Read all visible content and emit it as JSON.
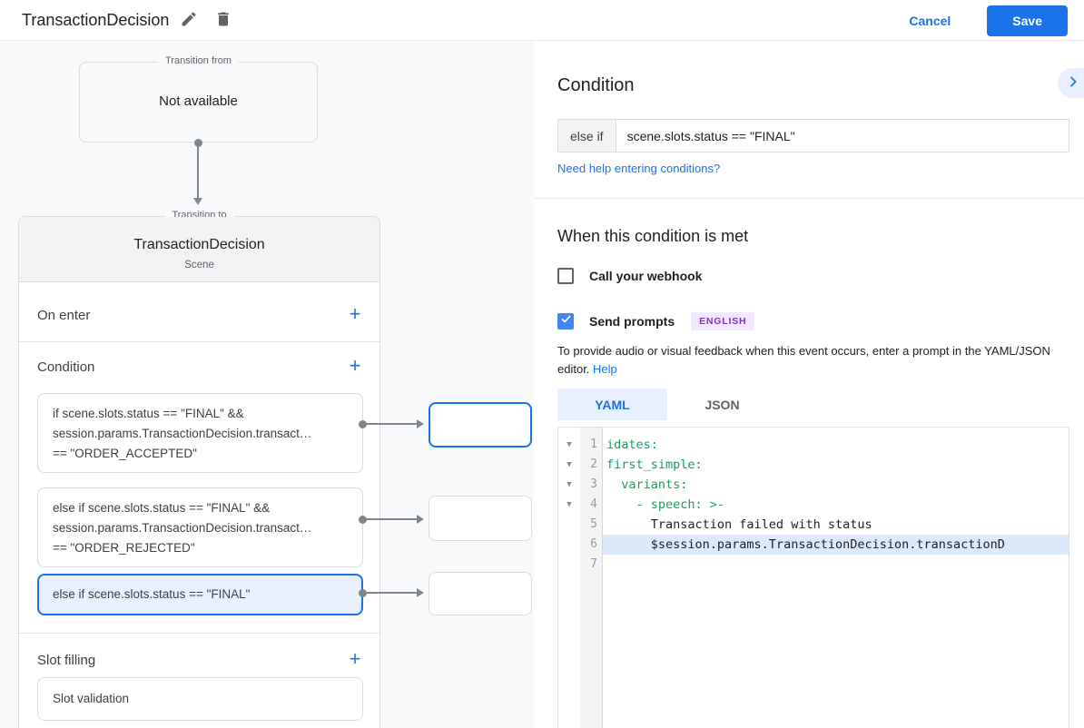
{
  "topbar": {
    "title": "TransactionDecision",
    "cancel_label": "Cancel",
    "save_label": "Save"
  },
  "flow": {
    "transition_from": {
      "legend": "Transition from",
      "value": "Not available"
    },
    "transition_to": {
      "legend": "Transition to",
      "title": "TransactionDecision",
      "subtitle": "Scene",
      "on_enter_label": "On enter",
      "condition_label": "Condition",
      "slot_filling_label": "Slot filling",
      "slot_validation_label": "Slot validation",
      "add_icon": "+",
      "conditions": [
        {
          "selected": false,
          "lines": [
            "if scene.slots.status == \"FINAL\" &&",
            "session.params.TransactionDecision.transact…",
            "== \"ORDER_ACCEPTED\""
          ]
        },
        {
          "selected": false,
          "lines": [
            "else if scene.slots.status == \"FINAL\" &&",
            "session.params.TransactionDecision.transact…",
            "== \"ORDER_REJECTED\""
          ]
        },
        {
          "selected": true,
          "lines": [
            "else if scene.slots.status == \"FINAL\""
          ]
        }
      ]
    }
  },
  "panel": {
    "heading": "Condition",
    "condition_prefix": "else if",
    "condition_value": "scene.slots.status == \"FINAL\"",
    "help_link": "Need help entering conditions?",
    "section_heading": "When this condition is met",
    "webhook_label": "Call your webhook",
    "webhook_checked": false,
    "prompts_label": "Send prompts",
    "prompts_checked": true,
    "language_badge": "ENGLISH",
    "helper_text": "To provide audio or visual feedback when this event occurs, enter a prompt in the YAML/JSON editor. ",
    "helper_link": "Help",
    "tabs": {
      "yaml": "YAML",
      "json": "JSON"
    },
    "active_tab": "YAML",
    "editor": {
      "lines": [
        {
          "num": "1",
          "text": "idates:",
          "type": "key",
          "fold": true,
          "highlighted": false
        },
        {
          "num": "2",
          "text": "first_simple:",
          "type": "key",
          "fold": true,
          "highlighted": false
        },
        {
          "num": "3",
          "text": "  variants:",
          "type": "key",
          "fold": true,
          "highlighted": false
        },
        {
          "num": "4",
          "text": "    - speech: >-",
          "type": "key",
          "fold": true,
          "highlighted": false
        },
        {
          "num": "5",
          "text": "      Transaction failed with status",
          "type": "plain",
          "fold": false,
          "highlighted": false
        },
        {
          "num": "6",
          "text": "      $session.params.TransactionDecision.transactionD",
          "type": "plain",
          "fold": false,
          "highlighted": true
        },
        {
          "num": "7",
          "text": "",
          "type": "plain",
          "fold": false,
          "highlighted": false
        }
      ]
    }
  },
  "colors": {
    "accent": "#1a73e8",
    "selected_bg": "#e8f0fe",
    "key_green": "#16a05a",
    "badge_bg": "#f3e8fd",
    "badge_text": "#8430ce"
  }
}
